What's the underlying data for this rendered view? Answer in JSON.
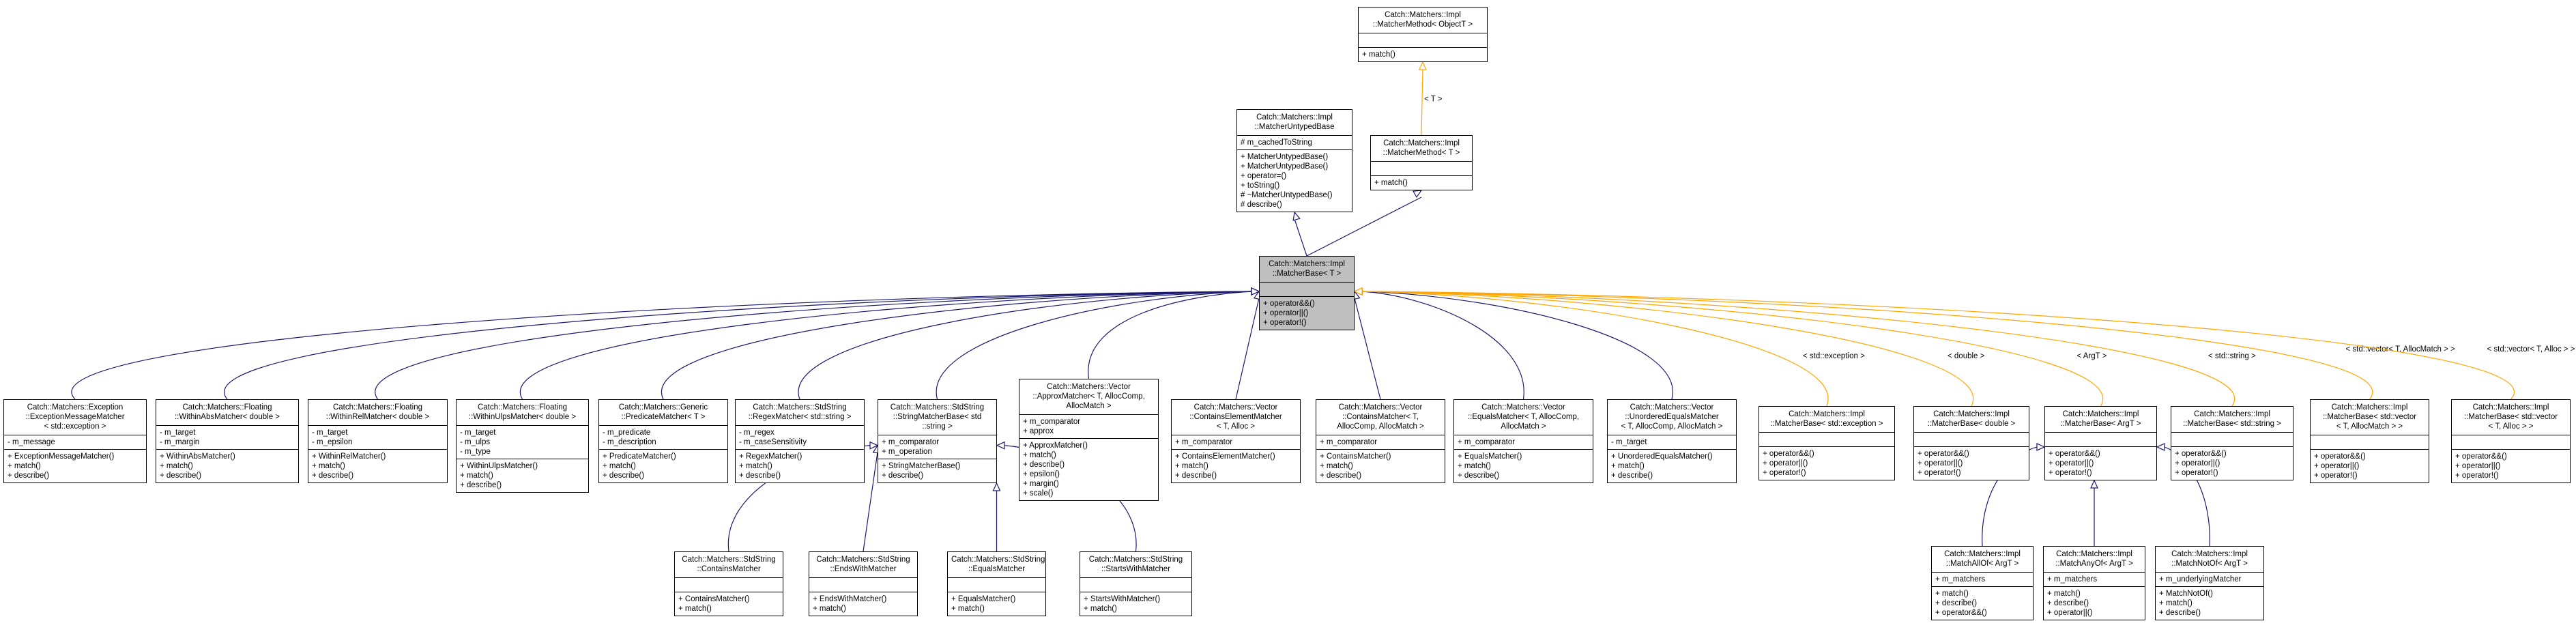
{
  "colors": {
    "inherit": "#191970",
    "template": "#ffa500",
    "focus_fill": "#bfbfbf",
    "border": "#000000"
  },
  "nodes": [
    {
      "id": "matcher-method-object-t",
      "title": "Catch::Matchers::Impl\n::MatcherMethod< ObjectT >",
      "attrs": [],
      "methods": [
        "+ match()"
      ]
    },
    {
      "id": "matcher-untyped-base",
      "title": "Catch::Matchers::Impl\n::MatcherUntypedBase",
      "attrs": [
        "# m_cachedToString"
      ],
      "methods": [
        "+ MatcherUntypedBase()",
        "+ MatcherUntypedBase()",
        "+ operator=()",
        "+ toString()",
        "# ~MatcherUntypedBase()",
        "# describe()"
      ]
    },
    {
      "id": "matcher-method-t",
      "title": "Catch::Matchers::Impl\n::MatcherMethod< T >",
      "attrs": [],
      "methods": [
        "+ match()"
      ]
    },
    {
      "id": "matcher-base-t",
      "title": "Catch::Matchers::Impl\n::MatcherBase< T >",
      "attrs": [],
      "methods": [
        "+ operator&&()",
        "+ operator||()",
        "+ operator!()"
      ]
    },
    {
      "id": "exception-message-matcher",
      "title": "Catch::Matchers::Exception\n::ExceptionMessageMatcher\n< std::exception >",
      "attrs": [
        "- m_message"
      ],
      "methods": [
        "+ ExceptionMessageMatcher()",
        "+ match()",
        "+ describe()"
      ]
    },
    {
      "id": "within-abs-matcher",
      "title": "Catch::Matchers::Floating\n::WithinAbsMatcher< double >",
      "attrs": [
        "- m_target",
        "- m_margin"
      ],
      "methods": [
        "+ WithinAbsMatcher()",
        "+ match()",
        "+ describe()"
      ]
    },
    {
      "id": "within-rel-matcher",
      "title": "Catch::Matchers::Floating\n::WithinRelMatcher< double >",
      "attrs": [
        "- m_target",
        "- m_epsilon"
      ],
      "methods": [
        "+ WithinRelMatcher()",
        "+ match()",
        "+ describe()"
      ]
    },
    {
      "id": "within-ulps-matcher",
      "title": "Catch::Matchers::Floating\n::WithinUlpsMatcher< double >",
      "attrs": [
        "- m_target",
        "- m_ulps",
        "- m_type"
      ],
      "methods": [
        "+ WithinUlpsMatcher()",
        "+ match()",
        "+ describe()"
      ]
    },
    {
      "id": "predicate-matcher",
      "title": "Catch::Matchers::Generic\n::PredicateMatcher< T >",
      "attrs": [
        "- m_predicate",
        "- m_description"
      ],
      "methods": [
        "+ PredicateMatcher()",
        "+ match()",
        "+ describe()"
      ]
    },
    {
      "id": "regex-matcher",
      "title": "Catch::Matchers::StdString\n::RegexMatcher< std::string >",
      "attrs": [
        "- m_regex",
        "- m_caseSensitivity"
      ],
      "methods": [
        "+ RegexMatcher()",
        "+ match()",
        "+ describe()"
      ]
    },
    {
      "id": "string-matcher-base",
      "title": "Catch::Matchers::StdString\n::StringMatcherBase< std\n::string >",
      "attrs": [
        "+ m_comparator",
        "+ m_operation"
      ],
      "methods": [
        "+ StringMatcherBase()",
        "+ describe()"
      ]
    },
    {
      "id": "approx-matcher",
      "title": "Catch::Matchers::Vector\n::ApproxMatcher< T, AllocComp,\nAllocMatch >",
      "attrs": [
        "+ m_comparator",
        "+ approx"
      ],
      "methods": [
        "+ ApproxMatcher()",
        "+ match()",
        "+ describe()",
        "+ epsilon()",
        "+ margin()",
        "+ scale()"
      ]
    },
    {
      "id": "contains-element-matcher",
      "title": "Catch::Matchers::Vector\n::ContainsElementMatcher\n< T, Alloc >",
      "attrs": [
        "+ m_comparator"
      ],
      "methods": [
        "+ ContainsElementMatcher()",
        "+ match()",
        "+ describe()"
      ]
    },
    {
      "id": "vector-contains-matcher",
      "title": "Catch::Matchers::Vector\n::ContainsMatcher< T,\nAllocComp, AllocMatch >",
      "attrs": [
        "+ m_comparator"
      ],
      "methods": [
        "+ ContainsMatcher()",
        "+ match()",
        "+ describe()"
      ]
    },
    {
      "id": "vector-equals-matcher",
      "title": "Catch::Matchers::Vector\n::EqualsMatcher< T, AllocComp,\nAllocMatch >",
      "attrs": [
        "+ m_comparator"
      ],
      "methods": [
        "+ EqualsMatcher()",
        "+ match()",
        "+ describe()"
      ]
    },
    {
      "id": "unordered-equals-matcher",
      "title": "Catch::Matchers::Vector\n::UnorderedEqualsMatcher\n< T, AllocComp, AllocMatch >",
      "attrs": [
        "- m_target"
      ],
      "methods": [
        "+ UnorderedEqualsMatcher()",
        "+ match()",
        "+ describe()"
      ]
    },
    {
      "id": "matcher-base-exception",
      "title": "Catch::Matchers::Impl\n::MatcherBase< std::exception >",
      "attrs": [],
      "methods": [
        "+ operator&&()",
        "+ operator||()",
        "+ operator!()"
      ]
    },
    {
      "id": "matcher-base-double",
      "title": "Catch::Matchers::Impl\n::MatcherBase< double >",
      "attrs": [],
      "methods": [
        "+ operator&&()",
        "+ operator||()",
        "+ operator!()"
      ]
    },
    {
      "id": "matcher-base-argt",
      "title": "Catch::Matchers::Impl\n::MatcherBase< ArgT >",
      "attrs": [],
      "methods": [
        "+ operator&&()",
        "+ operator||()",
        "+ operator!()"
      ]
    },
    {
      "id": "matcher-base-string",
      "title": "Catch::Matchers::Impl\n::MatcherBase< std::string >",
      "attrs": [],
      "methods": [
        "+ operator&&()",
        "+ operator||()",
        "+ operator!()"
      ]
    },
    {
      "id": "matcher-base-vector-allocmatch",
      "title": "Catch::Matchers::Impl\n::MatcherBase< std::vector\n< T, AllocMatch > >",
      "attrs": [],
      "methods": [
        "+ operator&&()",
        "+ operator||()",
        "+ operator!()"
      ]
    },
    {
      "id": "matcher-base-vector-alloc",
      "title": "Catch::Matchers::Impl\n::MatcherBase< std::vector\n< T, Alloc > >",
      "attrs": [],
      "methods": [
        "+ operator&&()",
        "+ operator||()",
        "+ operator!()"
      ]
    },
    {
      "id": "string-contains-matcher",
      "title": "Catch::Matchers::StdString\n::ContainsMatcher",
      "attrs": [],
      "methods": [
        "+ ContainsMatcher()",
        "+ match()"
      ]
    },
    {
      "id": "ends-with-matcher",
      "title": "Catch::Matchers::StdString\n::EndsWithMatcher",
      "attrs": [],
      "methods": [
        "+ EndsWithMatcher()",
        "+ match()"
      ]
    },
    {
      "id": "string-equals-matcher",
      "title": "Catch::Matchers::StdString\n::EqualsMatcher",
      "attrs": [],
      "methods": [
        "+ EqualsMatcher()",
        "+ match()"
      ]
    },
    {
      "id": "starts-with-matcher",
      "title": "Catch::Matchers::StdString\n::StartsWithMatcher",
      "attrs": [],
      "methods": [
        "+ StartsWithMatcher()",
        "+ match()"
      ]
    },
    {
      "id": "match-all-of",
      "title": "Catch::Matchers::Impl\n::MatchAllOf< ArgT >",
      "attrs": [
        "+ m_matchers"
      ],
      "methods": [
        "+ match()",
        "+ describe()",
        "+ operator&&()"
      ]
    },
    {
      "id": "match-any-of",
      "title": "Catch::Matchers::Impl\n::MatchAnyOf< ArgT >",
      "attrs": [
        "+ m_matchers"
      ],
      "methods": [
        "+ match()",
        "+ describe()",
        "+ operator||()"
      ]
    },
    {
      "id": "match-not-of",
      "title": "Catch::Matchers::Impl\n::MatchNotOf< ArgT >",
      "attrs": [
        "+ m_underlyingMatcher"
      ],
      "methods": [
        "+ MatchNotOf()",
        "+ match()",
        "+ describe()"
      ]
    }
  ],
  "edges": [
    {
      "from": "matcher-method-t",
      "to": "matcher-method-object-t",
      "kind": "template",
      "label": "< T >"
    },
    {
      "from": "matcher-base-t",
      "to": "matcher-untyped-base",
      "kind": "inherit",
      "label": ""
    },
    {
      "from": "matcher-base-t",
      "to": "matcher-method-t",
      "kind": "inherit",
      "label": ""
    },
    {
      "from": "exception-message-matcher",
      "to": "matcher-base-t",
      "kind": "inherit",
      "label": ""
    },
    {
      "from": "within-abs-matcher",
      "to": "matcher-base-t",
      "kind": "inherit",
      "label": ""
    },
    {
      "from": "within-rel-matcher",
      "to": "matcher-base-t",
      "kind": "inherit",
      "label": ""
    },
    {
      "from": "within-ulps-matcher",
      "to": "matcher-base-t",
      "kind": "inherit",
      "label": ""
    },
    {
      "from": "predicate-matcher",
      "to": "matcher-base-t",
      "kind": "inherit",
      "label": ""
    },
    {
      "from": "regex-matcher",
      "to": "matcher-base-t",
      "kind": "inherit",
      "label": ""
    },
    {
      "from": "string-matcher-base",
      "to": "matcher-base-t",
      "kind": "inherit",
      "label": ""
    },
    {
      "from": "approx-matcher",
      "to": "matcher-base-t",
      "kind": "inherit",
      "label": ""
    },
    {
      "from": "contains-element-matcher",
      "to": "matcher-base-t",
      "kind": "inherit",
      "label": ""
    },
    {
      "from": "vector-contains-matcher",
      "to": "matcher-base-t",
      "kind": "inherit",
      "label": ""
    },
    {
      "from": "vector-equals-matcher",
      "to": "matcher-base-t",
      "kind": "inherit",
      "label": ""
    },
    {
      "from": "unordered-equals-matcher",
      "to": "matcher-base-t",
      "kind": "inherit",
      "label": ""
    },
    {
      "from": "matcher-base-exception",
      "to": "matcher-base-t",
      "kind": "template",
      "label": "< std::exception >"
    },
    {
      "from": "matcher-base-double",
      "to": "matcher-base-t",
      "kind": "template",
      "label": "< double >"
    },
    {
      "from": "matcher-base-argt",
      "to": "matcher-base-t",
      "kind": "template",
      "label": "< ArgT >"
    },
    {
      "from": "matcher-base-string",
      "to": "matcher-base-t",
      "kind": "template",
      "label": "< std::string >"
    },
    {
      "from": "matcher-base-vector-allocmatch",
      "to": "matcher-base-t",
      "kind": "template",
      "label": "< std::vector< T, AllocMatch > >"
    },
    {
      "from": "matcher-base-vector-alloc",
      "to": "matcher-base-t",
      "kind": "template",
      "label": "< std::vector< T, Alloc > >"
    },
    {
      "from": "string-contains-matcher",
      "to": "string-matcher-base",
      "kind": "inherit",
      "label": ""
    },
    {
      "from": "ends-with-matcher",
      "to": "string-matcher-base",
      "kind": "inherit",
      "label": ""
    },
    {
      "from": "string-equals-matcher",
      "to": "string-matcher-base",
      "kind": "inherit",
      "label": ""
    },
    {
      "from": "starts-with-matcher",
      "to": "string-matcher-base",
      "kind": "inherit",
      "label": ""
    },
    {
      "from": "match-all-of",
      "to": "matcher-base-argt",
      "kind": "inherit",
      "label": ""
    },
    {
      "from": "match-any-of",
      "to": "matcher-base-argt",
      "kind": "inherit",
      "label": ""
    },
    {
      "from": "match-not-of",
      "to": "matcher-base-argt",
      "kind": "inherit",
      "label": ""
    }
  ]
}
